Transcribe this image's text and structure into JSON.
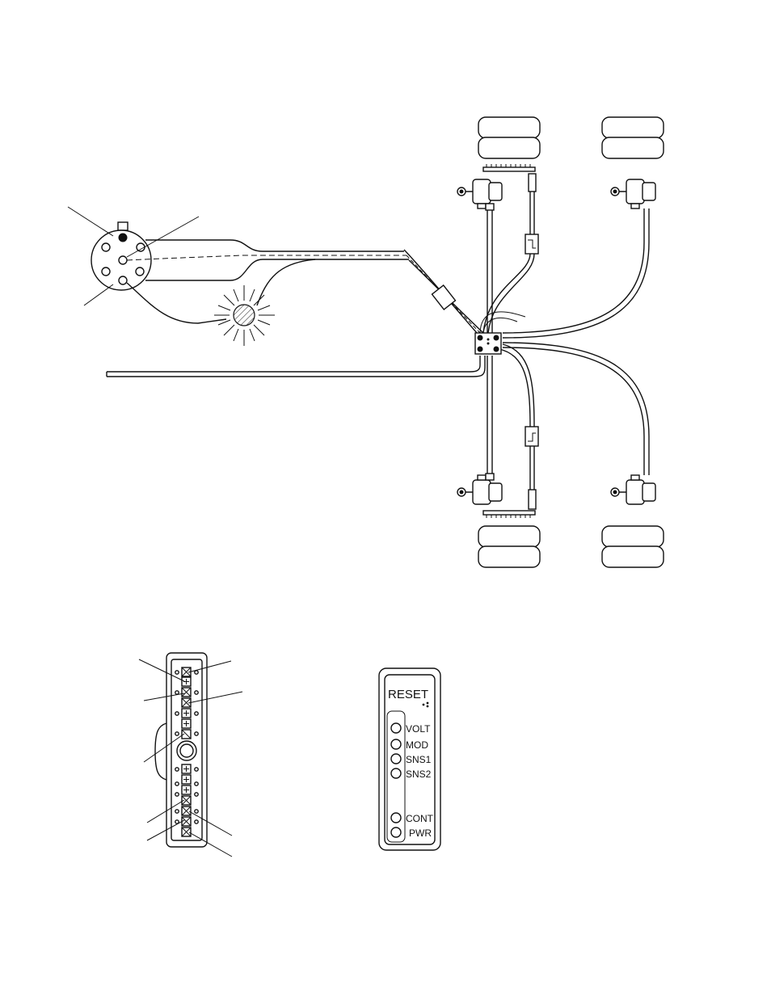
{
  "control_panel": {
    "reset_label": "RESET",
    "indicators": [
      {
        "label": "VOLT"
      },
      {
        "label": "MOD"
      },
      {
        "label": "SNS1"
      },
      {
        "label": "SNS2"
      },
      {
        "label": "CONT"
      },
      {
        "label": "PWR"
      }
    ]
  },
  "colors": {
    "line": "#111111",
    "background": "#ffffff"
  }
}
